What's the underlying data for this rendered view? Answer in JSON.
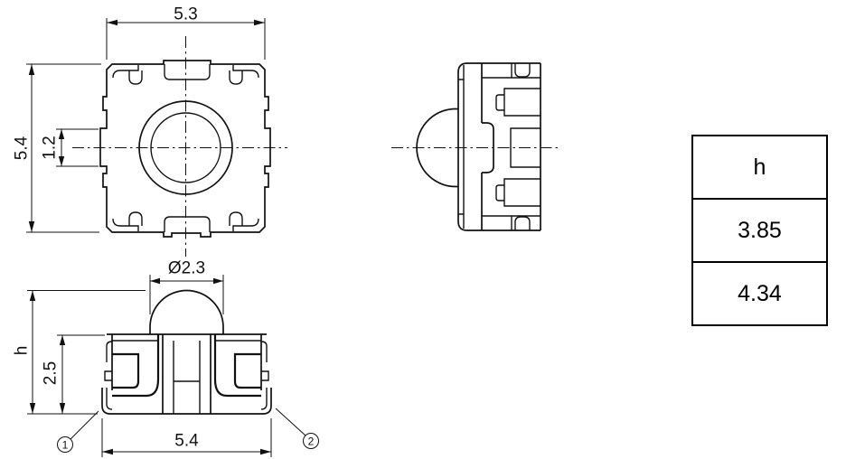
{
  "drawing": {
    "top_view": {
      "width_dim": "5.3",
      "height_dim": "5.4",
      "side_tab_dim": "1.2"
    },
    "front_view": {
      "dome_diameter_dim": "Ø2.3",
      "total_height_dim": "h",
      "body_height_dim": "2.5",
      "base_width_dim": "5.4",
      "callout_1": "1",
      "callout_2": "2"
    },
    "table": {
      "header": "h",
      "rows": [
        "3.85",
        "4.34"
      ]
    }
  }
}
